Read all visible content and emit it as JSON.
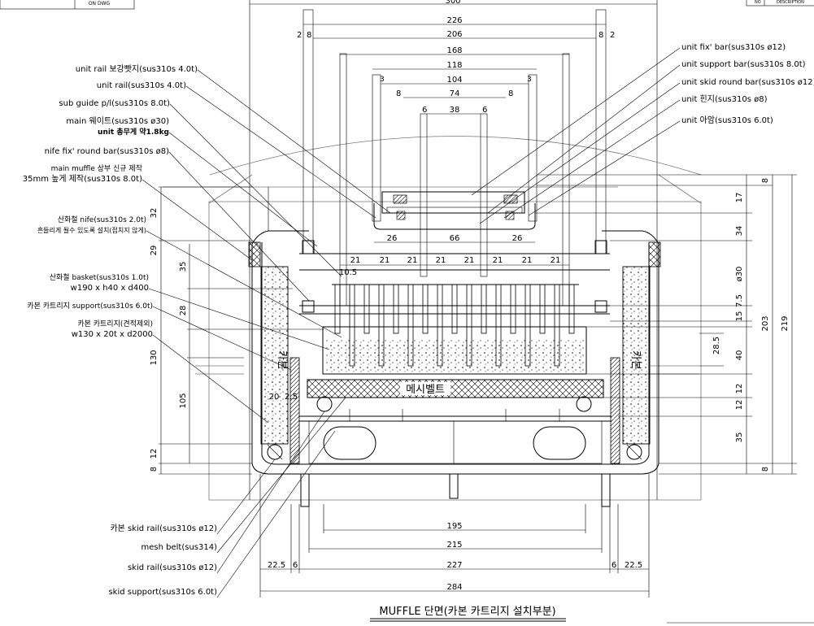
{
  "title_block": {
    "top_left": "ON DWG",
    "top_right_no": "NO",
    "top_right_desc": "DESCRIPTION"
  },
  "title": "MUFFLE 단면(카본 카트리지 설치부분)",
  "top_dims": {
    "overall": "300",
    "d226": "226",
    "d206": "206",
    "d168": "168",
    "d118": "118",
    "d104": "104",
    "d74": "74",
    "d38": "38",
    "l2": "2",
    "l8": "8",
    "r8": "8",
    "r2": "2",
    "i3a": "3",
    "i3b": "3",
    "i8a": "8",
    "i8b": "8",
    "i6a": "6",
    "i6b": "6"
  },
  "mid_dims": {
    "d26a": "26",
    "d66": "66",
    "d26b": "26",
    "p21": "21",
    "d10_5": "10.5"
  },
  "bottom_dims": {
    "d195": "195",
    "d215": "215",
    "d227": "227",
    "d284": "284",
    "d22_5a": "22.5",
    "d6a": "6",
    "d6b": "6",
    "d22_5b": "22.5"
  },
  "left_dims": {
    "v32": "32",
    "v29": "29",
    "v35": "35",
    "v28": "28",
    "v130": "130",
    "v105": "105",
    "v12": "12",
    "v8": "8",
    "v20": "20",
    "v2_5": "2.5"
  },
  "right_dims": {
    "v8a": "8",
    "v17": "17",
    "v34": "34",
    "v030": "ø30",
    "v7_5": "7.5",
    "v15": "15",
    "v40": "40",
    "v28_5": "28.5",
    "v12a": "12",
    "v12b": "12",
    "v35": "35",
    "v8b": "8",
    "v203": "203",
    "v219": "219"
  },
  "labels_left": [
    "unit rail 보강빳지(sus310s 4.0t)",
    "unit rail(sus310s 4.0t)",
    "sub guide p/l(sus310s 8.0t)",
    "main 웨이트(sus310s ø30)",
    "unit 총무게 약1.8kg",
    "nife fix' round bar(sus310s ø8)",
    "main muffle 상부 신규 제작",
    "35mm 높게 제작(sus310s 8.0t)",
    "산화철 nife(sus310s 2.0t)",
    "흔들리게 될수 있도록 설치(접치지 않게)",
    "산화철 basket(sus310s 1.0t)",
    "w190 x h40 x d400",
    "카본 카트리지 support(sus310s 6.0t)",
    "카본 카트리지(견적제외)",
    "w130 x 20t x d2000"
  ],
  "labels_right": [
    "unit fix' bar(sus310s ø12)",
    "unit support bar(sus310s 8.0t)",
    "unit skid round bar(sus310s ø12)",
    "unit 힌지(sus310s ø8)",
    "unit 아암(sus310s 6.0t)"
  ],
  "labels_bottom": [
    "카본 skid rail(sus310s ø12)",
    "mesh belt(sus314)",
    "skid rail(sus310s ø12)",
    "skid support(sus310s 6.0t)"
  ],
  "inner_labels": {
    "belt": "메시벨트",
    "carbon_l": "카본",
    "carbon_r": "카본"
  }
}
